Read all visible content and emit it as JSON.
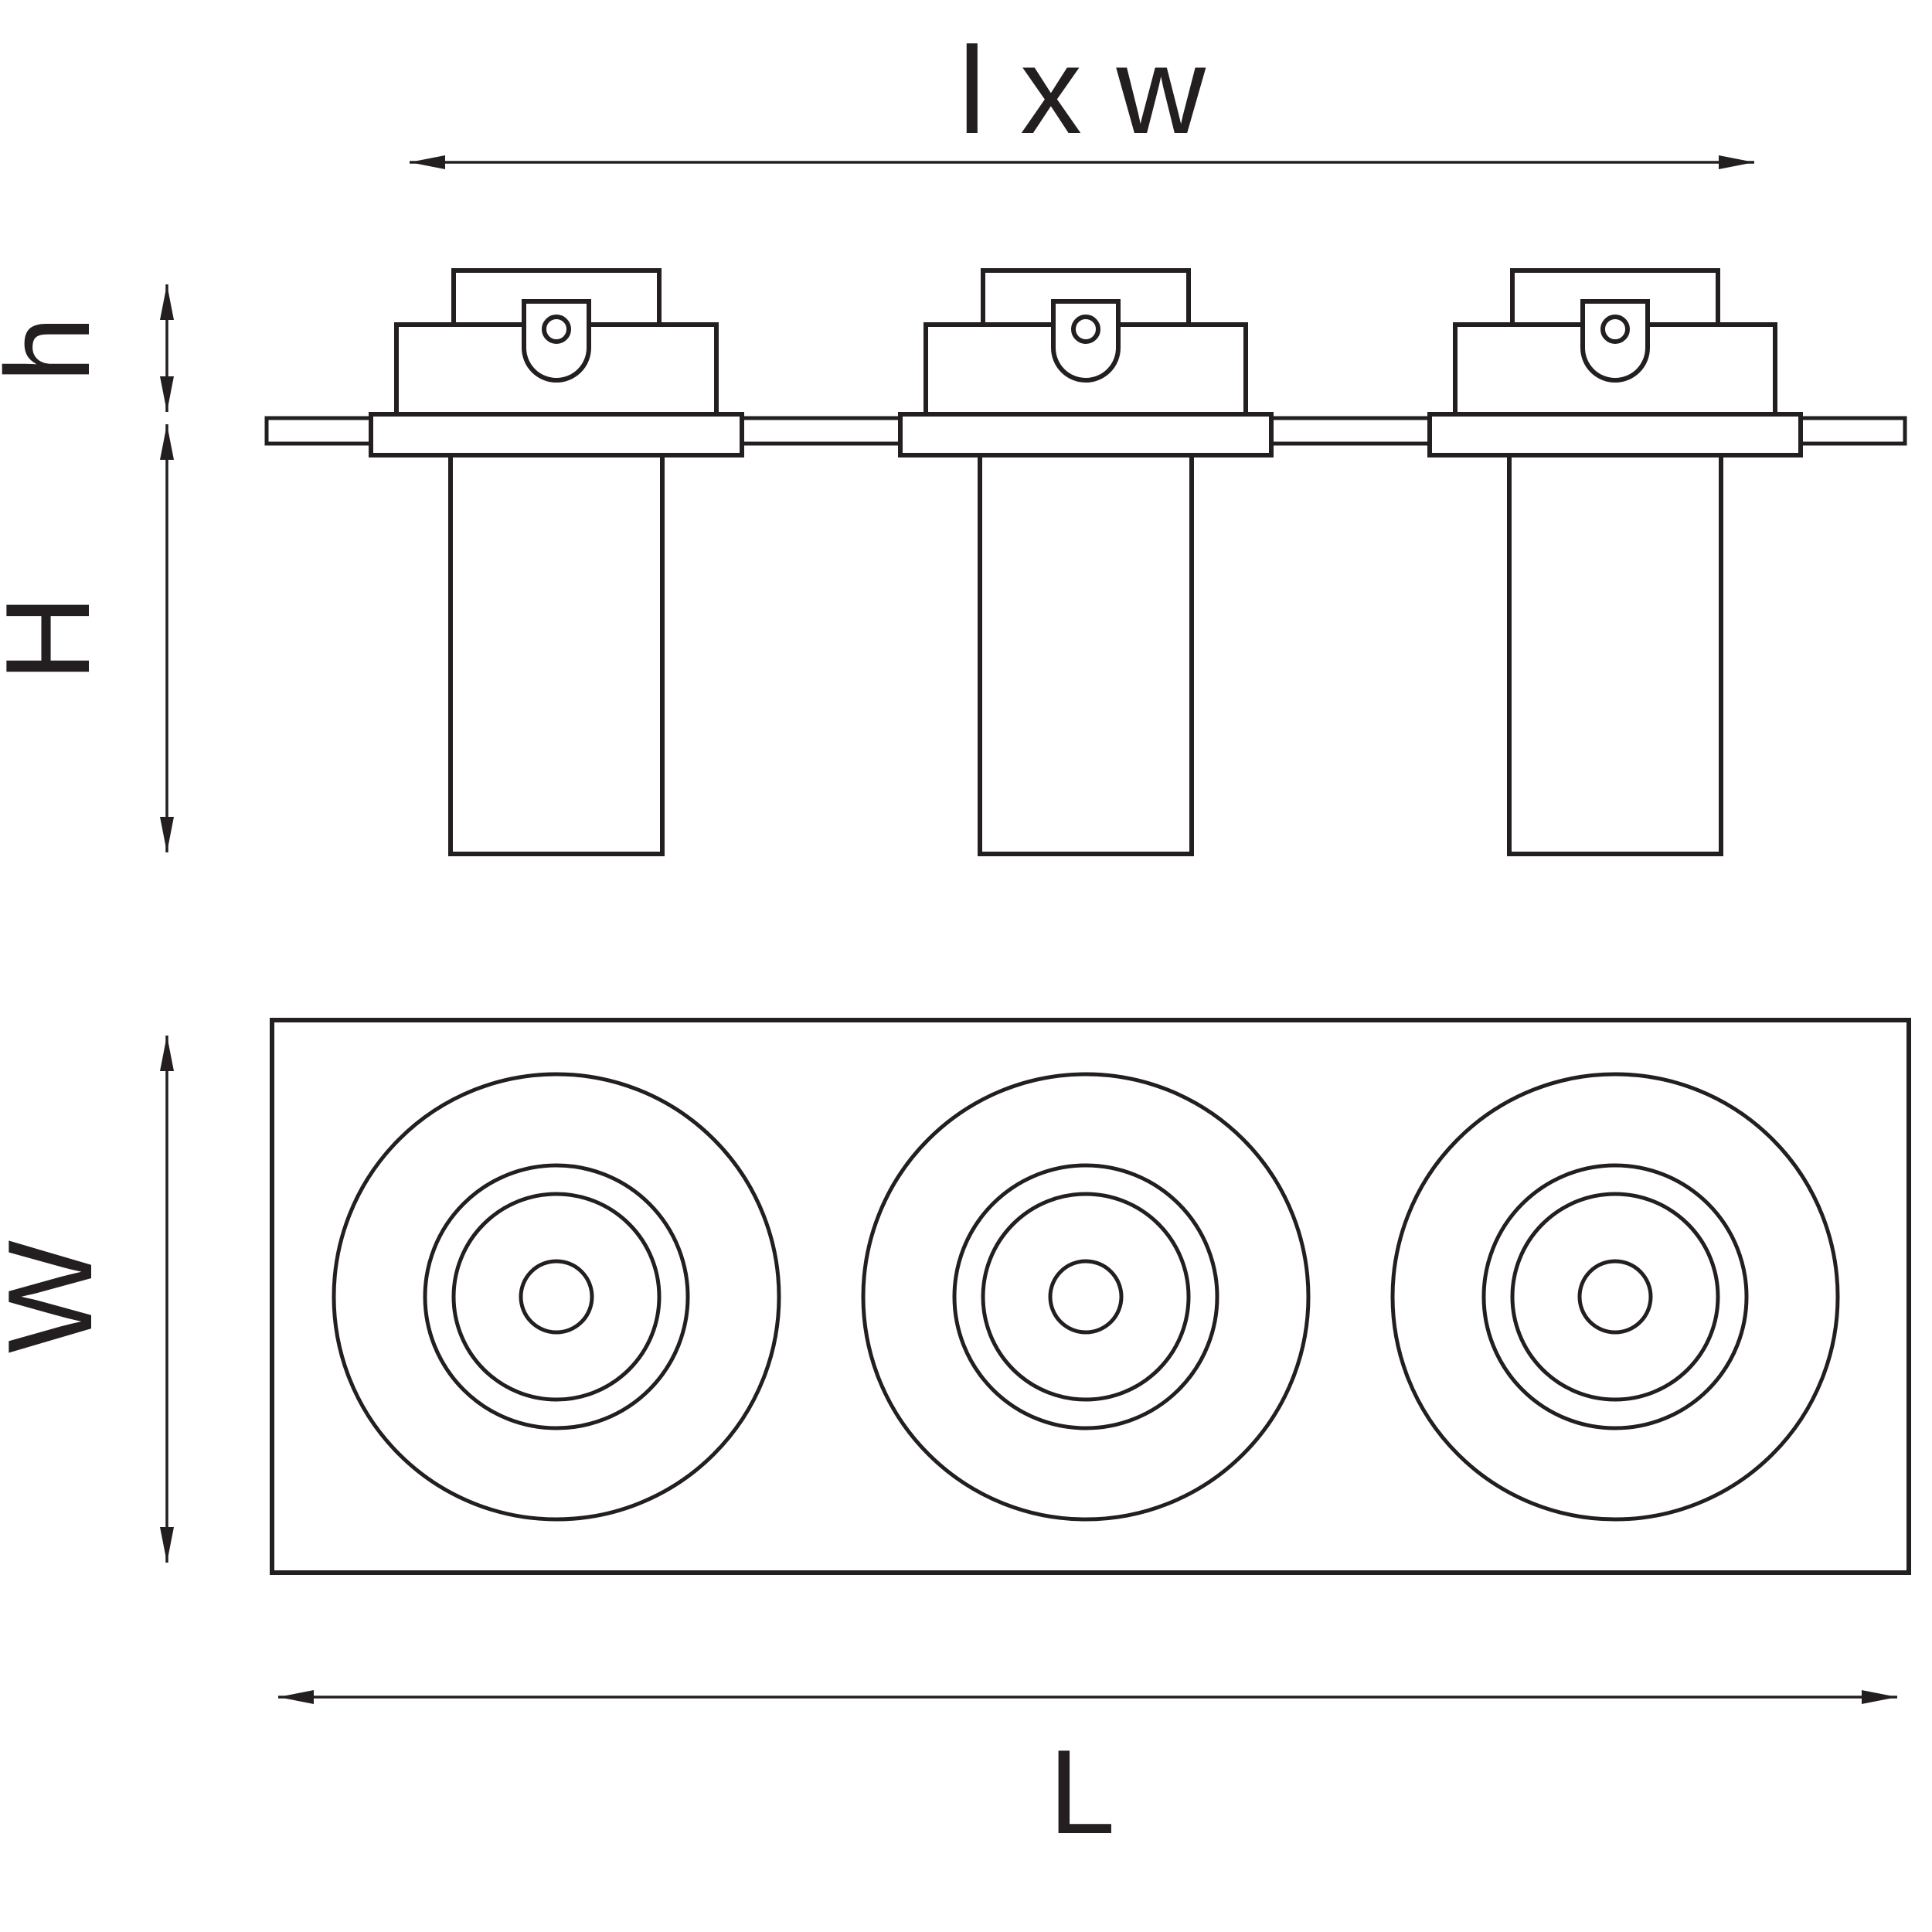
{
  "colors": {
    "line": "#231f20",
    "background": "#ffffff"
  },
  "labels": {
    "lxw": "l x w",
    "h": "h",
    "H": "H",
    "W": "W",
    "L": "L"
  },
  "views": {
    "side": {
      "fixture_count": 3
    },
    "plan": {
      "spotlight_count": 3,
      "rings_per_spotlight": 4
    }
  }
}
